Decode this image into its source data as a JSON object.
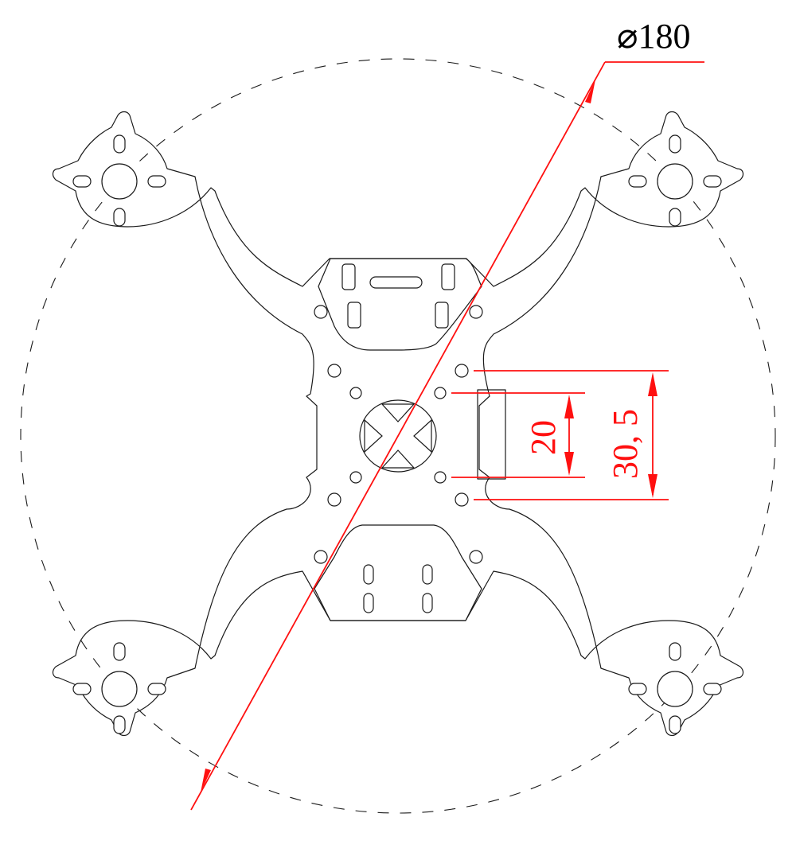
{
  "diagram": {
    "diameter_label": "⌀180",
    "dim_inner_label": "20",
    "dim_outer_label": "30, 5",
    "colors": {
      "outline": "#1a1a1a",
      "dimension": "#ff1010",
      "background": "#ffffff"
    }
  }
}
